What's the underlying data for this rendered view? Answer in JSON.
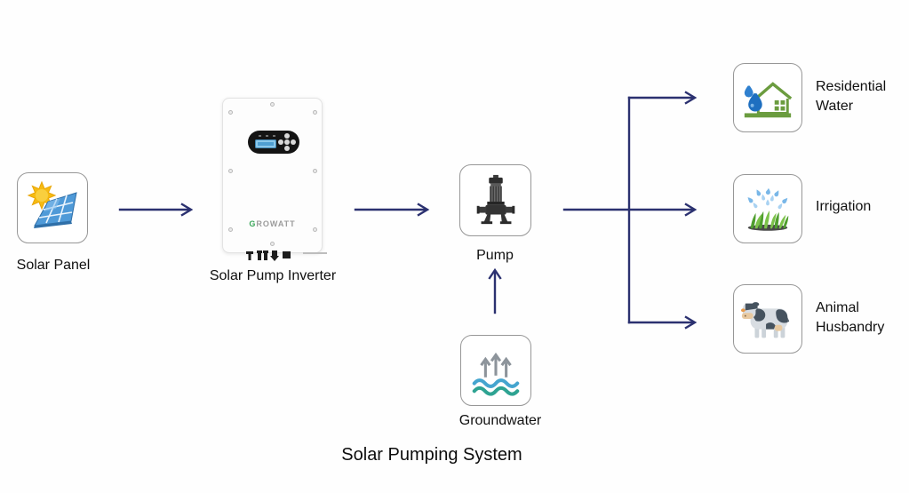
{
  "diagram": {
    "title": "Solar Pumping System",
    "arrow_color": "#2b3170",
    "brand_green": "#3aa65a",
    "nodes": {
      "solar_panel": {
        "label": "Solar Panel"
      },
      "inverter": {
        "label": "Solar Pump Inverter",
        "brand_g": "G",
        "brand_rest": "ROWATT"
      },
      "pump": {
        "label": "Pump"
      },
      "groundwater": {
        "label": "Groundwater"
      },
      "residential": {
        "label": "Residential Water"
      },
      "irrigation": {
        "label": "Irrigation"
      },
      "animal": {
        "label": "Animal Husbandry"
      }
    }
  }
}
